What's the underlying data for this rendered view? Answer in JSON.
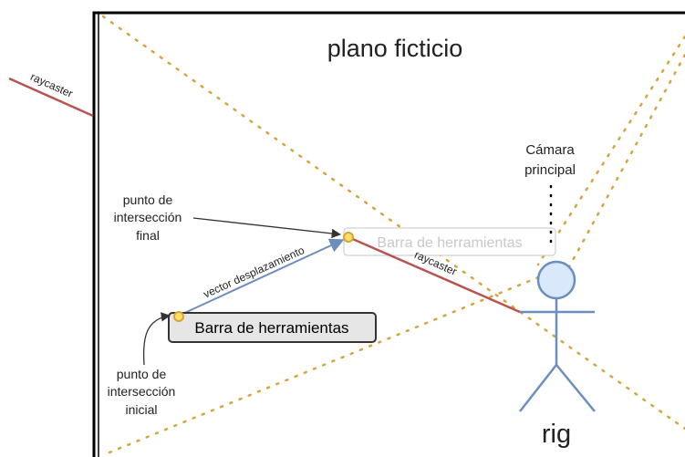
{
  "title": "plano ficticio",
  "camera_label": [
    "Cámara",
    "principal"
  ],
  "rig_label": "rig",
  "raycaster_left_label": "raycaster",
  "raycaster_right_label": "raycaster",
  "vector_label": "vector desplazamiento",
  "toolbar_initial_label": "Barra de herramientas",
  "toolbar_final_label": "Barra de herramientas",
  "final_point_label": [
    "punto de",
    "intersección",
    "final"
  ],
  "initial_point_label": [
    "punto de",
    "intersección",
    "inicial"
  ],
  "colors": {
    "raycaster": "#b85450",
    "vector": "#6c8ebf",
    "rig": "#6c8ebf",
    "rig_head_fill": "#dae8fc",
    "dotted_lines": "#d6a33c",
    "point_fill": "#ffe066",
    "point_stroke": "#d6a33c",
    "toolbar_fill": "#e6e6e6"
  }
}
